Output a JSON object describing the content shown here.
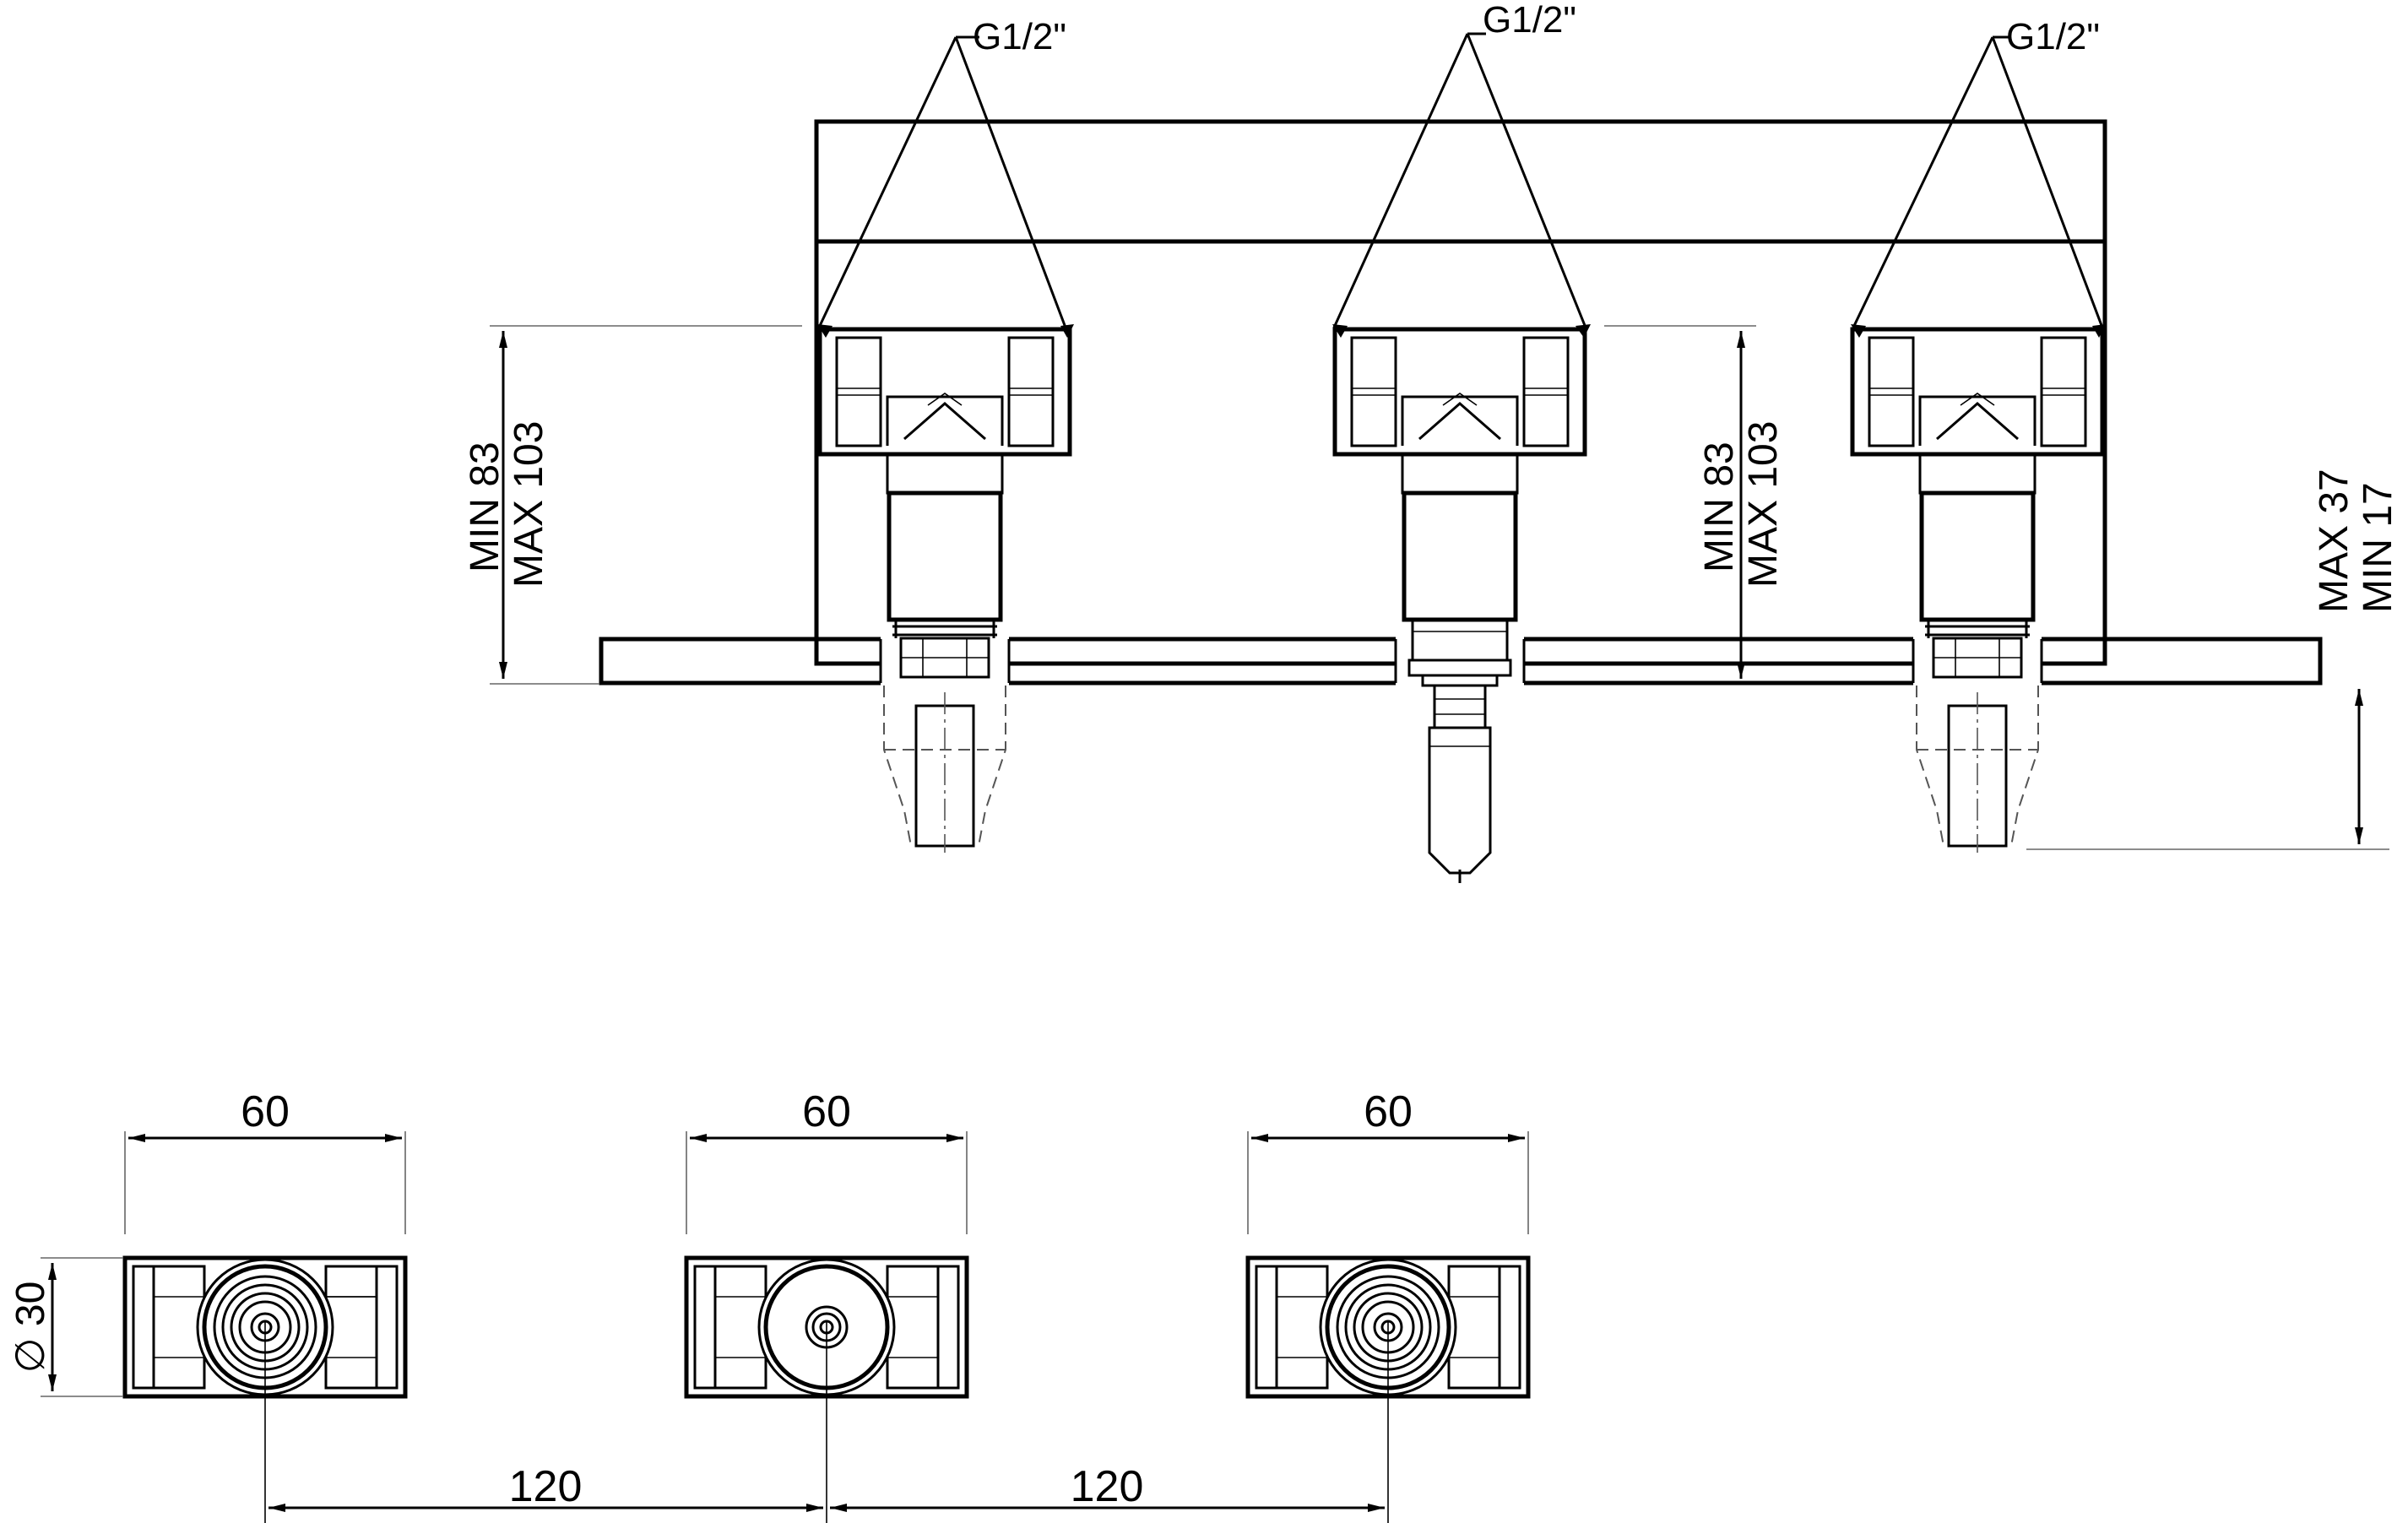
{
  "thread_labels": [
    "G1/2\"",
    "G1/2\"",
    "G1/2\""
  ],
  "side_view": {
    "left_dimension": {
      "line1": "MIN 83",
      "line2": "MAX 103"
    },
    "middle_dimension": {
      "line1": "MIN 83",
      "line2": "MAX 103"
    },
    "right_dimension": {
      "line1": "MAX 37",
      "line2": "MIN 17"
    }
  },
  "top_view": {
    "width_labels": [
      "60",
      "60",
      "60"
    ],
    "diameter_label": "∅ 30",
    "spacing_labels": [
      "120",
      "120"
    ]
  }
}
